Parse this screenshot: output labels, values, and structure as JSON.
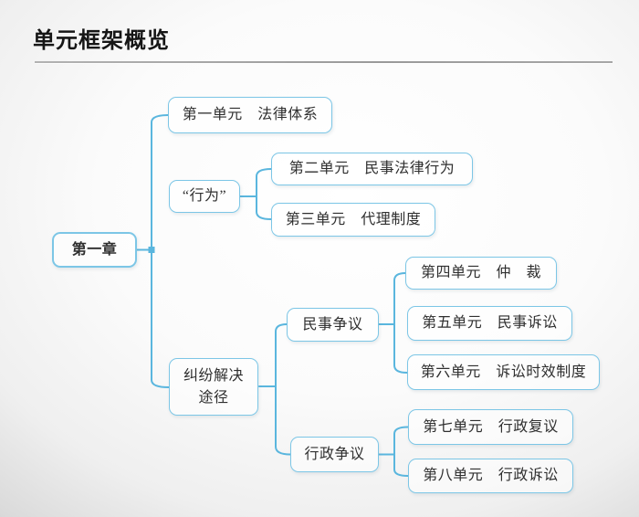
{
  "title": "单元框架概览",
  "colors": {
    "connector_blue": "#5ab6de",
    "box_border_blue": "#7cc6e6",
    "text_dark": "#2f2f2f",
    "title_black": "#161616",
    "rule_gray": "#9e9e9e"
  },
  "diagram": {
    "root": "第一章",
    "branches": [
      {
        "label": "第一单元　法律体系"
      },
      {
        "label": "“行为”",
        "children": [
          "第二单元　民事法律行为",
          "第三单元　代理制度"
        ]
      },
      {
        "label": "纠纷解决\n途径",
        "children": [
          {
            "label": "民事争议",
            "children": [
              "第四单元　仲　裁",
              "第五单元　民事诉讼",
              "第六单元　诉讼时效制度"
            ]
          },
          {
            "label": "行政争议",
            "children": [
              "第七单元　行政复议",
              "第八单元　行政诉讼"
            ]
          }
        ]
      }
    ]
  }
}
